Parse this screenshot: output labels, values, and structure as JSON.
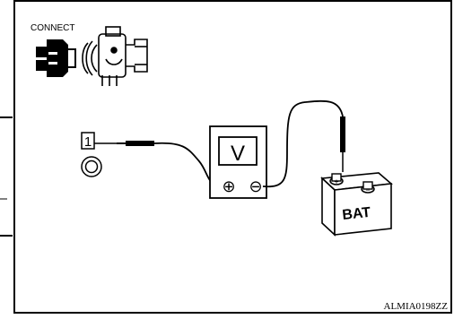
{
  "connect_icon": {
    "label": "CONNECT",
    "icon": "connector-plug-and-socket-icon"
  },
  "terminal": {
    "label": "1",
    "icon": "connector-terminal-icon"
  },
  "voltmeter": {
    "label": "V",
    "positive_symbol": "⊕",
    "negative_symbol": "⊖",
    "icon": "voltmeter-icon"
  },
  "battery": {
    "label": "BAT",
    "positive_symbol": "+",
    "negative_symbol": "−",
    "icon": "battery-icon"
  },
  "figure_ref": "ALMIA0198ZZ",
  "colors": {
    "line": "#000000",
    "background": "#ffffff"
  }
}
